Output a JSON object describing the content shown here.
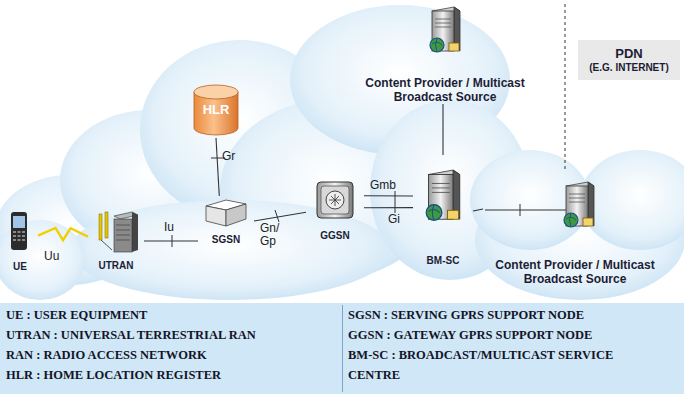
{
  "diagram": {
    "nodes": [
      {
        "text": [
          "UE"
        ]
      },
      {
        "text": [
          "UTRAN"
        ]
      },
      {
        "text": [
          "HLR"
        ]
      },
      {
        "text": [
          "SGSN"
        ]
      },
      {
        "text": [
          "GGSN"
        ]
      },
      {
        "text": [
          "Content Provider / Multicast Broadcast Source"
        ]
      },
      {
        "text": [
          "BM-SC"
        ]
      },
      {
        "text": [
          "PDN",
          "(E.G. INTERNET)"
        ]
      },
      {
        "text": [
          "Content Provider / Multicast Broadcast Source"
        ]
      }
    ],
    "edges": [
      {
        "from": 0,
        "to": 1,
        "label": "Uu",
        "arrow": "none"
      },
      {
        "from": 1,
        "to": 3,
        "label": "Iu",
        "arrow": "none"
      },
      {
        "from": 3,
        "to": 2,
        "label": "Gr",
        "arrow": "none"
      },
      {
        "from": 3,
        "to": 4,
        "label": "Gn/ Gp",
        "arrow": "none"
      },
      {
        "from": 4,
        "to": 6,
        "label": "Gmb",
        "arrow": "none"
      },
      {
        "from": 4,
        "to": 6,
        "label": "Gi",
        "arrow": "none"
      },
      {
        "from": 6,
        "to": 5,
        "arrow": "none"
      },
      {
        "from": 6,
        "to": 8,
        "arrow": "none"
      }
    ],
    "labels": [
      "UE : USER EQUIPMENT",
      "UTRAN : UNIVERSAL TERRESTRIAL RAN",
      "RAN : RADIO ACCESS NETWORK",
      "HLR : HOME LOCATION REGISTER",
      "SGSN : SERVING GPRS SUPPORT NODE",
      "GGSN : GATEWAY GPRS SUPPORT NODE",
      "BM-SC : BROADCAST/MULTICAST SERVICE CENTRE"
    ]
  }
}
